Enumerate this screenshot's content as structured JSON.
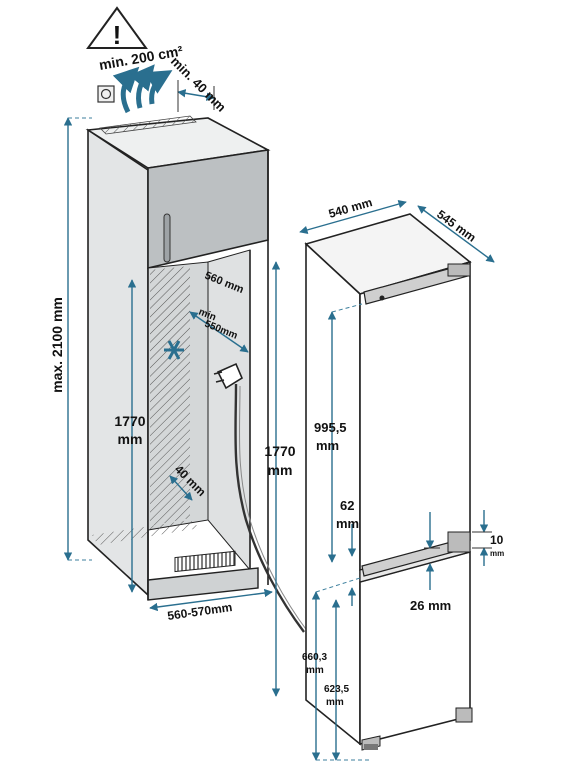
{
  "colors": {
    "dimension": "#2a6f8f",
    "cabinet_side": "#e3e5e6",
    "cabinet_inner": "#d4d7d8",
    "upper_unit": "#bcc0c2",
    "outline": "#222222"
  },
  "icons": [
    "warning-icon",
    "ventilation-arrows-icon",
    "wall-socket-icon",
    "freezer-star-icon",
    "power-plug-icon"
  ],
  "labels": {
    "vent_area": "min. 200 cm²",
    "top_gap": "min. 40 mm",
    "max_height": "max. 2100 mm",
    "niche_height_line1": "1770",
    "niche_height_line2": "mm",
    "niche_depth": "560 mm",
    "min_depth_line1": "min",
    "min_depth_line2": "550mm",
    "bottom_gap": "40 mm",
    "niche_width": "560-570mm",
    "appliance_height_line1": "1770",
    "appliance_height_line2": "mm",
    "width": "540 mm",
    "depth": "545 mm",
    "upper_door_line1": "995,5",
    "upper_door_line2": "mm",
    "gap_62_line1": "62",
    "gap_62_line2": "mm",
    "hinge_10_line1": "10",
    "hinge_10_line2": "mm",
    "hinge_26": "26 mm",
    "lower_660_line1": "660,3",
    "lower_660_line2": "mm",
    "lower_623_line1": "623,5",
    "lower_623_line2": "mm"
  }
}
